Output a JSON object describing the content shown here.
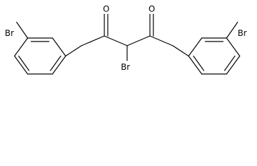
{
  "molecule": {
    "atoms": {
      "br_left": "Br",
      "br_right": "Br",
      "br_center": "Br",
      "o_left": "O",
      "o_right": "O"
    }
  }
}
